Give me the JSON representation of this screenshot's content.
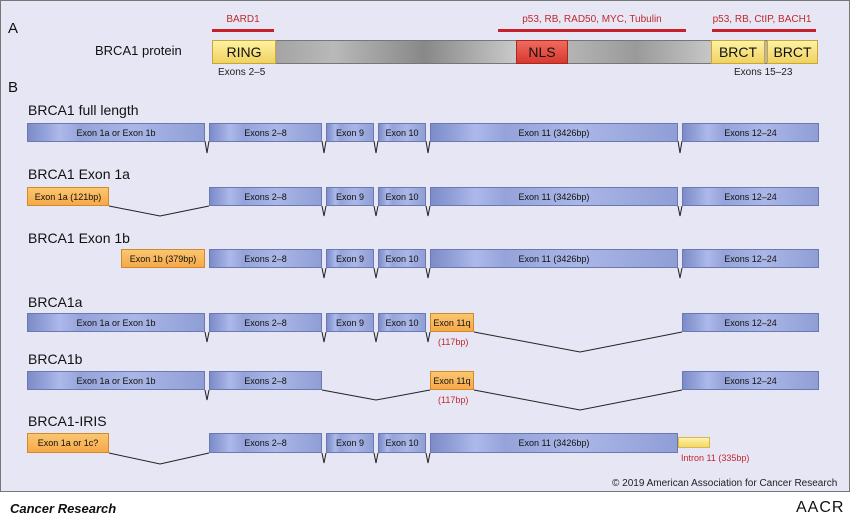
{
  "panel_a": {
    "letter": "A",
    "protein_label": "BRCA1 protein",
    "domains": {
      "ring": "RING",
      "nls": "NLS",
      "brct1": "BRCT",
      "brct2": "BRCT"
    },
    "partners": {
      "ring": "BARD1",
      "nls": "p53, RB, RAD50, MYC, Tubulin",
      "brct": "p53, RB, CtIP, BACH1"
    },
    "exons_left": "Exons 2–5",
    "exons_right": "Exons 15–23"
  },
  "panel_b": {
    "letter": "B",
    "isoforms": [
      {
        "title": "BRCA1 full length",
        "boxes": [
          "Exon 1a or Exon 1b",
          "Exons 2–8",
          "Exon 9",
          "Exon 10",
          "Exon 11 (3426bp)",
          "Exons 12–24"
        ]
      },
      {
        "title": "BRCA1 Exon 1a",
        "boxes": [
          "Exon 1a (121bp)",
          "Exons 2–8",
          "Exon 9",
          "Exon 10",
          "Exon 11 (3426bp)",
          "Exons 12–24"
        ]
      },
      {
        "title": "BRCA1 Exon 1b",
        "boxes": [
          "Exon 1b (379bp)",
          "Exons 2–8",
          "Exon 9",
          "Exon 10",
          "Exon 11 (3426bp)",
          "Exons 12–24"
        ]
      },
      {
        "title": "BRCA1a",
        "boxes": [
          "Exon 1a or Exon 1b",
          "Exons 2–8",
          "Exon 9",
          "Exon 10",
          "Exon 11q",
          "Exons 12–24"
        ],
        "note": "(117bp)"
      },
      {
        "title": "BRCA1b",
        "boxes": [
          "Exon 1a or Exon 1b",
          "Exons 2–8",
          "Exon 11q",
          "Exons 12–24"
        ],
        "note": "(117bp)"
      },
      {
        "title": "BRCA1-IRIS",
        "boxes": [
          "Exon 1a or 1c?",
          "Exons 2–8",
          "Exon 9",
          "Exon 10",
          "Exon 11 (3426bp)"
        ],
        "note": "Intron 11 (335bp)"
      }
    ]
  },
  "copyright": "© 2019 American Association for Cancer Research",
  "footer": {
    "journal": "Cancer Research",
    "logo": "AACR"
  },
  "colors": {
    "exon_blue": "#95a3da",
    "exon_orange": "#f6a94a",
    "intron_yellow": "#f3d768",
    "nls_red": "#d8382e",
    "partner_red": "#c0292f"
  }
}
